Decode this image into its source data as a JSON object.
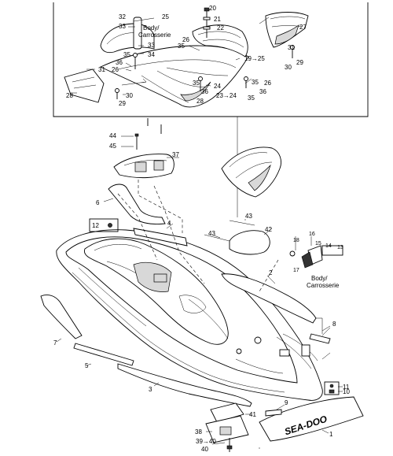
{
  "notes": {
    "body_en": "Body/",
    "body_fr": "Carrosserie"
  },
  "brand_decal": "SEA-DOO",
  "callouts": {
    "n20": "20",
    "n21": "21",
    "n22": "22",
    "n25": "25",
    "n32": "32",
    "n33a": "33",
    "n33b": "33",
    "n34": "34",
    "n35a": "35",
    "n35b": "35",
    "n26a": "26",
    "n36a": "36",
    "n19to25": "19→25",
    "n27": "27",
    "n31a": "31",
    "n30a": "30",
    "n29a": "29",
    "n31b": "31",
    "n28a": "28",
    "n29b": "29",
    "n30b": "30",
    "n35c": "35",
    "n26b": "26",
    "n24": "24",
    "n36b": "36",
    "n23to24": "23→24",
    "n28b": "28",
    "n35d": "35",
    "n26c": "26",
    "n36c": "36",
    "n44": "44",
    "n45": "45",
    "n37": "37",
    "n6": "6",
    "n12": "12",
    "n4": "4",
    "n43a": "43",
    "n43b": "43",
    "n42": "42",
    "n18": "18",
    "n16": "16",
    "n15": "15",
    "n14": "14",
    "n13": "13",
    "n17": "17",
    "n2": "2",
    "n8": "8",
    "n7": "7",
    "n5": "5",
    "n3": "3",
    "n9": "9",
    "n11": "11",
    "n10": "10",
    "n41": "41",
    "n38": "38",
    "n39to40": "39→40",
    "n40": "40",
    "n1": "1"
  }
}
